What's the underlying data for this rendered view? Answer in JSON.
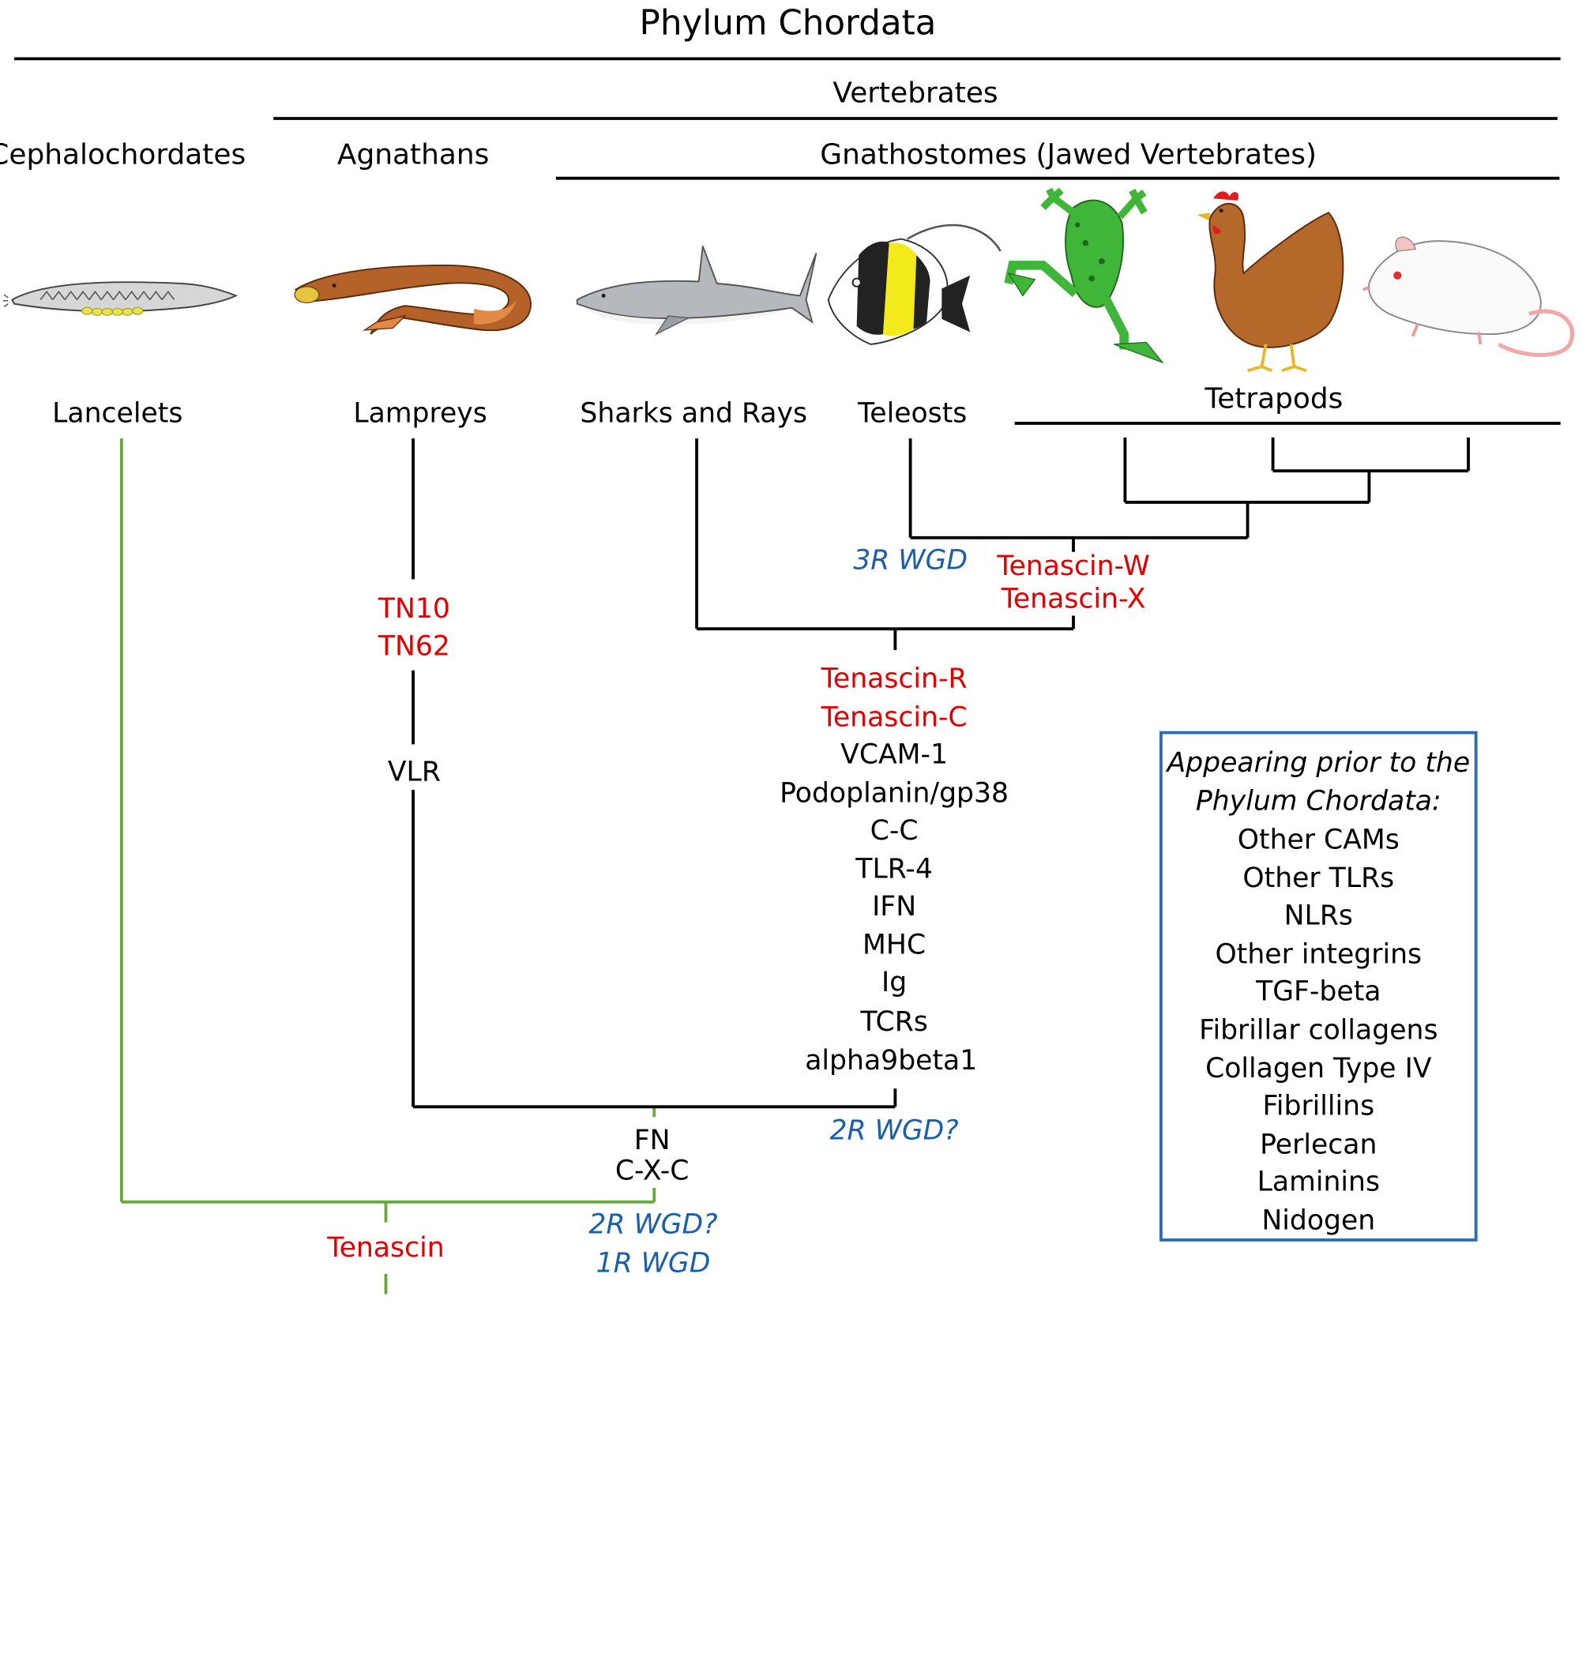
{
  "title": "Phylum Chordata",
  "clades": {
    "vertebrates": "Vertebrates",
    "cephalochordates": "Cephalochordates",
    "agnathans": "Agnathans",
    "gnathostomes": "Gnathostomes (Jawed Vertebrates)",
    "tetrapods": "Tetrapods"
  },
  "taxa": {
    "lancelets": "Lancelets",
    "lampreys": "Lampreys",
    "sharks": "Sharks and Rays",
    "teleosts": "Teleosts"
  },
  "events": {
    "tenascin": "Tenascin",
    "wgd_2r_q_base": "2R WGD?",
    "wgd_1r": "1R WGD",
    "fn": "FN",
    "cxc": "C-X-C",
    "wgd_2r_q_upper": "2R WGD?",
    "wgd_3r": "3R WGD",
    "tn10": "TN10",
    "tn62": "TN62",
    "vlr": "VLR",
    "tenascin_w": "Tenascin-W",
    "tenascin_x": "Tenascin-X"
  },
  "gnathostome_genes": {
    "red": [
      "Tenascin-R",
      "Tenascin-C"
    ],
    "black": [
      "VCAM-1",
      "Podoplanin/gp38",
      "C-C",
      "TLR-4",
      "IFN",
      "MHC",
      "Ig",
      "TCRs",
      "alpha9beta1"
    ]
  },
  "note": {
    "heading_line1": "Appearing prior to the",
    "heading_line2": "Phylum Chordata:",
    "items": [
      "Other CAMs",
      "Other TLRs",
      "NLRs",
      "Other integrins",
      "TGF-beta",
      "Fibrillar collagens",
      "Collagen Type IV",
      "Fibrillins",
      "Perlecan",
      "Laminins",
      "Nidogen"
    ]
  },
  "colors": {
    "red": "#e00000",
    "blue": "#1a5fa8",
    "green": "#6aaa3a",
    "box_border": "#2c6db3"
  },
  "icons": [
    "lancelet-icon",
    "lamprey-icon",
    "shark-icon",
    "moorish-idol-fish-icon",
    "frog-icon",
    "chicken-icon",
    "mouse-icon"
  ]
}
